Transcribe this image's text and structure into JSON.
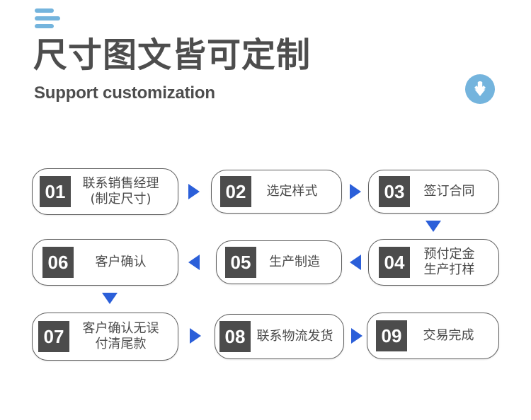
{
  "header": {
    "menu_icon": "hamburger-icon",
    "title": "尺寸图文皆可定制",
    "subtitle": "Support customization",
    "download_icon": "download-arrow-icon"
  },
  "colors": {
    "accent_light_blue": "#74b4dd",
    "arrow_blue": "#2b5fd9",
    "text_dark_gray": "#4d4d4d",
    "badge_gray": "#4c4c4c",
    "box_border": "#5d5d5d",
    "background": "#ffffff"
  },
  "flow": {
    "steps": [
      {
        "num": "01",
        "label": "联系销售经理\n(制定尺寸)"
      },
      {
        "num": "02",
        "label": "选定样式"
      },
      {
        "num": "03",
        "label": "签订合同"
      },
      {
        "num": "04",
        "label": "预付定金\n生产打样"
      },
      {
        "num": "05",
        "label": "生产制造"
      },
      {
        "num": "06",
        "label": "客户确认"
      },
      {
        "num": "07",
        "label": "客户确认无误\n付清尾款"
      },
      {
        "num": "08",
        "label": "联系物流发货"
      },
      {
        "num": "09",
        "label": "交易完成"
      }
    ],
    "connectors": [
      {
        "from": "01",
        "to": "02",
        "direction": "right"
      },
      {
        "from": "02",
        "to": "03",
        "direction": "right"
      },
      {
        "from": "03",
        "to": "04",
        "direction": "down"
      },
      {
        "from": "04",
        "to": "05",
        "direction": "left"
      },
      {
        "from": "05",
        "to": "06",
        "direction": "left"
      },
      {
        "from": "06",
        "to": "07",
        "direction": "down"
      },
      {
        "from": "07",
        "to": "08",
        "direction": "right"
      },
      {
        "from": "08",
        "to": "09",
        "direction": "right"
      }
    ]
  }
}
